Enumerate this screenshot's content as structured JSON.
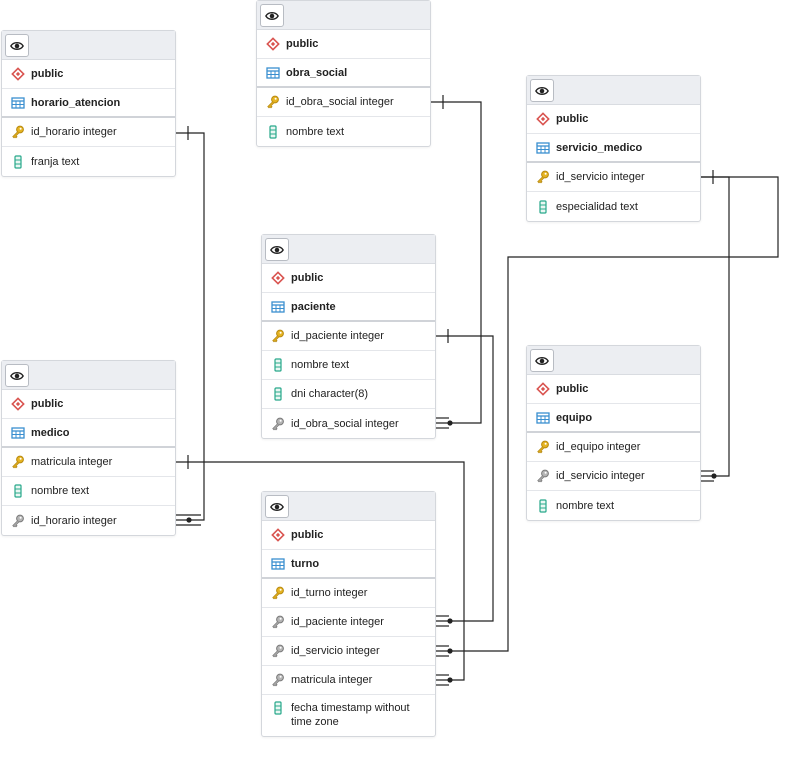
{
  "entities": {
    "horario_atencion": {
      "schema": "public",
      "name": "horario_atencion",
      "columns": [
        "id_horario integer",
        "franja text"
      ]
    },
    "obra_social": {
      "schema": "public",
      "name": "obra_social",
      "columns": [
        "id_obra_social integer",
        "nombre text"
      ]
    },
    "servicio_medico": {
      "schema": "public",
      "name": "servicio_medico",
      "columns": [
        "id_servicio integer",
        "especialidad text"
      ]
    },
    "paciente": {
      "schema": "public",
      "name": "paciente",
      "columns": [
        "id_paciente integer",
        "nombre text",
        "dni character(8)",
        "id_obra_social integer"
      ]
    },
    "medico": {
      "schema": "public",
      "name": "medico",
      "columns": [
        "matricula integer",
        "nombre text",
        "id_horario integer"
      ]
    },
    "equipo": {
      "schema": "public",
      "name": "equipo",
      "columns": [
        "id_equipo integer",
        "id_servicio integer",
        "nombre text"
      ]
    },
    "turno": {
      "schema": "public",
      "name": "turno",
      "columns": [
        "id_turno integer",
        "id_paciente integer",
        "id_servicio integer",
        "matricula integer",
        "fecha timestamp without time zone"
      ]
    }
  },
  "icons": {
    "eye": "eye-icon",
    "schema": "schema-icon",
    "table": "table-icon",
    "primary_key": "primary-key-icon",
    "foreign_key": "foreign-key-icon",
    "column": "column-icon"
  },
  "colors": {
    "schema_icon": "#d9534f",
    "table_icon": "#3a8fd0",
    "primary_key_icon": "#e6b422",
    "foreign_key_icon": "#8c8c8c",
    "column_icon": "#27a88a",
    "link_line": "#222222"
  }
}
